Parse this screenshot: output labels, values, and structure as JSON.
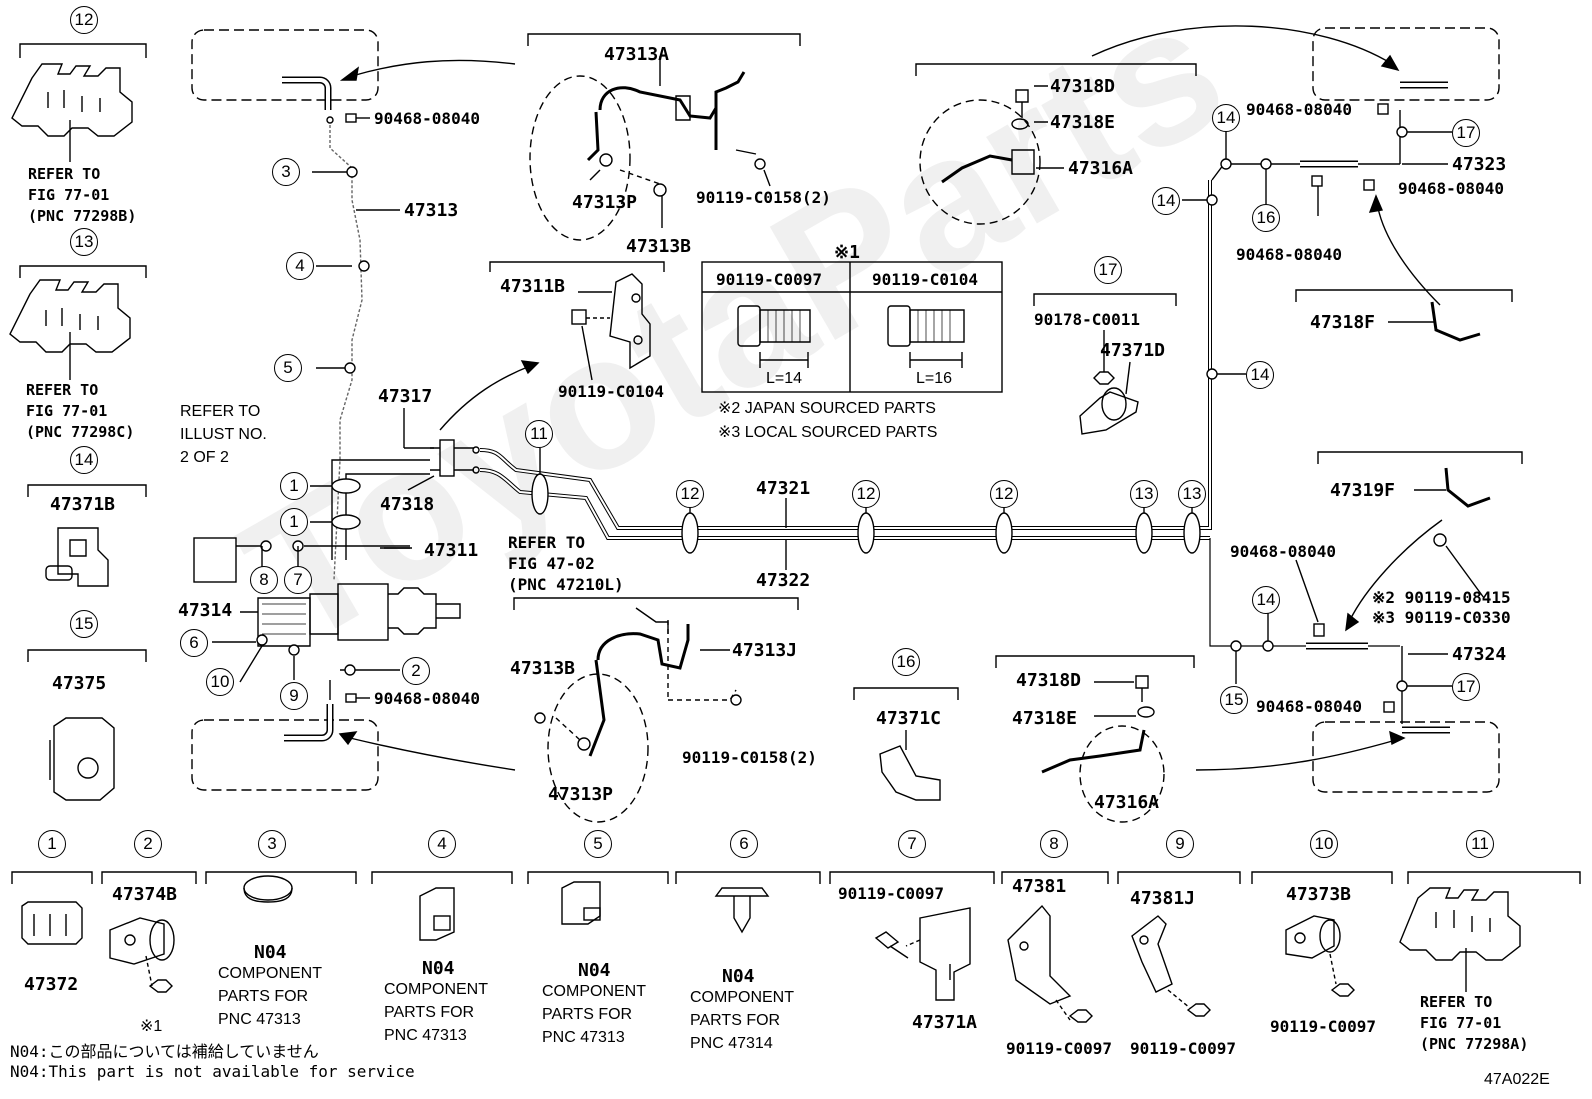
{
  "diagram_code": "47A022E",
  "watermark": "ToyotaParts",
  "notes": {
    "star1": "※1",
    "star2": "※2 JAPAN SOURCED PARTS",
    "star3": "※3 LOCAL SOURCED PARTS",
    "n04_jp": "N04:この部品については補給していません",
    "n04_en": "N04:This part is not available for service",
    "refer_illust": "REFER TO\nILLUST NO.\n2 OF 2"
  },
  "bolt_table": {
    "col1_part": "90119-C0097",
    "col1_len": "L=14",
    "col2_part": "90119-C0104",
    "col2_len": "L=16"
  },
  "callouts": {
    "n1": "1",
    "n2": "2",
    "n3": "3",
    "n4": "4",
    "n5": "5",
    "n6": "6",
    "n7": "7",
    "n8": "8",
    "n9": "9",
    "n10": "10",
    "n11": "11",
    "n12": "12",
    "n13": "13",
    "n14": "14",
    "n15": "15",
    "n16": "16",
    "n17": "17"
  },
  "labels": {
    "p47313A": "47313A",
    "p47313P_top": "47313P",
    "p47313B_top": "47313B",
    "p90119_C0158_top": "90119-C0158(2)",
    "p90468_top": "90468-08040",
    "p47313": "47313",
    "p47311B": "47311B",
    "p90119_C0104": "90119-C0104",
    "p47317": "47317",
    "p47318": "47318",
    "p47311": "47311",
    "p47314": "47314",
    "refer_4702": "REFER TO\nFIG 47-02\n(PNC 47210L)",
    "p90468_mid": "90468-08040",
    "p47321": "47321",
    "p47322": "47322",
    "p47313B_bot": "47313B",
    "p47313J": "47313J",
    "p90119_C0158_bot": "90119-C0158(2)",
    "p47313P_bot": "47313P",
    "p47318D_top": "47318D",
    "p47318E_top": "47318E",
    "p47316A_top": "47316A",
    "p90178": "90178-C0011",
    "p47371D": "47371D",
    "p47323": "47323",
    "p90468_r1": "90468-08040",
    "p90468_r2": "90468-08040",
    "p90468_r3": "90468-08040",
    "p47318F": "47318F",
    "p47319F": "47319F",
    "p90468_r4": "90468-08040",
    "p90119_08415": "※2 90119-08415",
    "p90119_C0330": "※3 90119-C0330",
    "p47324": "47324",
    "p90468_r5": "90468-08040",
    "p47371C": "47371C",
    "p47318D_bot": "47318D",
    "p47318E_bot": "47318E",
    "p47316A_bot": "47316A",
    "refer_77298B": "REFER TO\nFIG 77-01\n(PNC 77298B)",
    "refer_77298C": "REFER TO\nFIG 77-01\n(PNC 77298C)",
    "p47371B": "47371B",
    "p47375": "47375",
    "p47372": "47372",
    "p47374B": "47374B",
    "star_small": "※1",
    "n04_a": "N04",
    "comp_a": "COMPONENT\nPARTS FOR\nPNC 47313",
    "n04_b": "N04",
    "comp_b": "COMPONENT\nPARTS FOR\nPNC 47313",
    "n04_c": "N04",
    "comp_c": "COMPONENT\nPARTS FOR\nPNC 47313",
    "n04_d": "N04",
    "comp_d": "COMPONENT\nPARTS FOR\nPNC 47314",
    "p90119_C0097_7": "90119-C0097",
    "p47371A": "47371A",
    "p47381": "47381",
    "p90119_C0097_8": "90119-C0097",
    "p47381J": "47381J",
    "p90119_C0097_9": "90119-C0097",
    "p47373B": "47373B",
    "p90119_C0097_10": "90119-C0097",
    "refer_77298A": "REFER TO\nFIG 77-01\n(PNC 77298A)"
  }
}
